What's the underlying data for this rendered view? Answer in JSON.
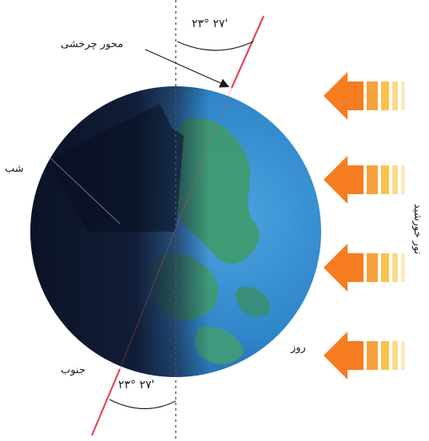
{
  "labels": {
    "axis": "محور چرخشی",
    "night": "شب",
    "day": "روز",
    "south": "جنوب",
    "sunlight": "نور خورشید",
    "angle_top": "۲۳° ۲۷'",
    "angle_bottom": "۲۳° ۲۷'"
  },
  "colors": {
    "axis_line": "#e0485a",
    "arrow_orange": "#f57c20",
    "arrow_stripe": "#f9c24a",
    "ocean": "#2f86c8",
    "land": "#3f9b6a",
    "night_shade": "#0f1730"
  },
  "icons": {
    "earth": "earth-globe-icon",
    "arrow": "sunlight-arrow-icon"
  }
}
